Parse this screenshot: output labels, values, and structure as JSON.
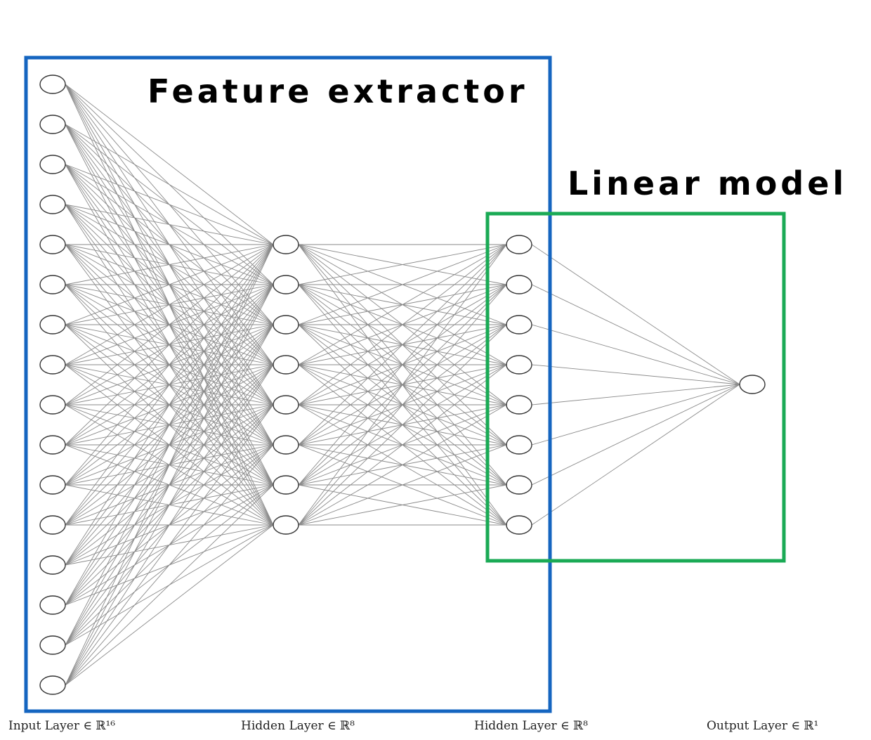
{
  "regions": {
    "feature_extractor": {
      "title": "Feature extractor",
      "color": "#1565c0"
    },
    "linear_model": {
      "title": "Linear model",
      "color": "#1aaa55"
    }
  },
  "layers": [
    {
      "label": "Input Layer ∈ ℝ¹⁶",
      "nodes": 16
    },
    {
      "label": "Hidden Layer ∈ ℝ⁸",
      "nodes": 8
    },
    {
      "label": "Hidden Layer ∈ ℝ⁸",
      "nodes": 8
    },
    {
      "label": "Output Layer ∈ ℝ¹",
      "nodes": 1
    }
  ]
}
